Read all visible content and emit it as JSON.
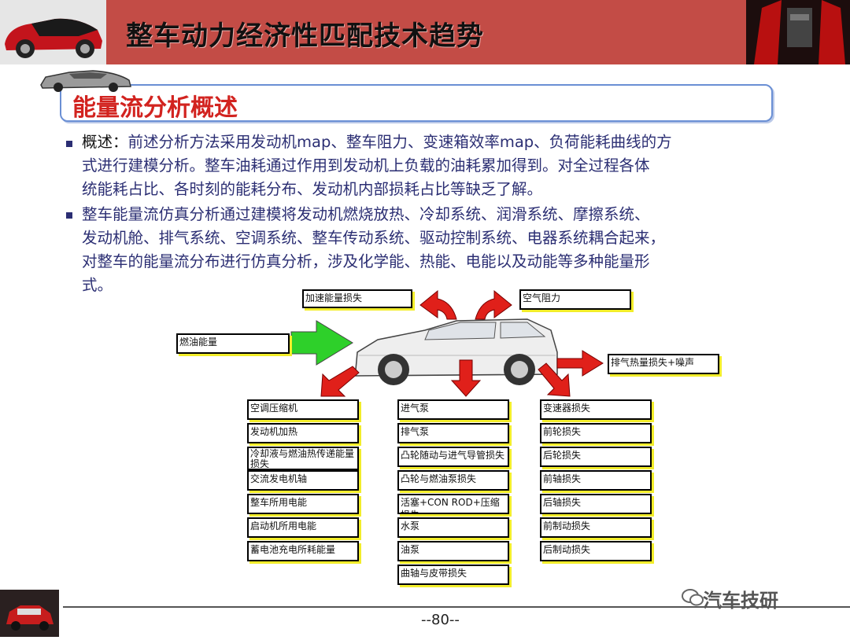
{
  "header": {
    "title": "整车动力经济性匹配技术趋势"
  },
  "section": {
    "title": "能量流分析概述"
  },
  "paragraphs": [
    {
      "lead": "概述：",
      "lines": [
        "前述分析方法采用发动机map、整车阻力、变速箱效率map、负荷能耗曲线的方",
        "式进行建模分析。整车油耗通过作用到发动机上负载的油耗累加得到。对全过程各体",
        "统能耗占比、各时刻的能耗分布、发动机内部损耗占比等缺乏了解。"
      ]
    },
    {
      "lines": [
        "整车能量流仿真分析通过建模将发动机燃烧放热、冷却系统、润滑系统、摩擦系统、",
        "发动机舱、排气系统、空调系统、整车传动系统、驱动控制系统、电器系统耦合起来，",
        "对整车的能量流分布进行仿真分析，涉及化学能、热能、电能以及动能等多种能量形",
        "式。"
      ]
    }
  ],
  "diagram": {
    "top_labels": {
      "accel_loss": "加速能量损失",
      "air_resistance": "空气阻力",
      "fuel_energy": "燃油能量",
      "exhaust": "排气热量损失+噪声"
    },
    "col1": [
      "空调压缩机",
      "发动机加热",
      "冷却液与燃油热传递能量损失",
      "交流发电机轴",
      "整车所用电能",
      "启动机所用电能",
      "蓄电池充电所耗能量"
    ],
    "col2": [
      "进气泵",
      "排气泵",
      "凸轮随动与进气导管损失",
      "凸轮与燃油泵损失",
      "活塞+CON ROD+压缩损失",
      "水泵",
      "油泵",
      "曲轴与皮带损失"
    ],
    "col3": [
      "变速器损失",
      "前轮损失",
      "后轮损失",
      "前轴损失",
      "后轴损失",
      "前制动损失",
      "后制动损失"
    ],
    "colors": {
      "arrow_red": "#e0201a",
      "arrow_green": "#2ed02a",
      "label_shadow": "#f2ed2a"
    }
  },
  "footer": {
    "page": "--80--",
    "watermark": "汽车技研"
  }
}
